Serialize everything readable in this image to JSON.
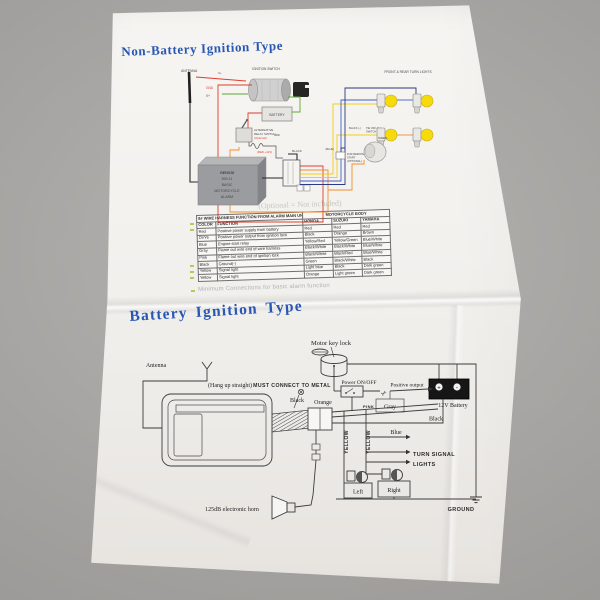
{
  "section1": {
    "title": "Non-Battery Ignition Type",
    "labels": {
      "antenna": "ANTENNA",
      "ignition_switch": "IGNITION SWITCH",
      "v_plus_top": "V+",
      "gnd": "GND",
      "v_plus": "V+",
      "battery": "BATTERY",
      "alt_relay_1": "ALTERNATIVE",
      "alt_relay_2": "RELAY SWITCH",
      "alt_relay_3": "(Optional)",
      "grd": "GRD",
      "red_note": "(RED +12V)",
      "black_pin": "BLACK",
      "front_rear_lights": "FRONT & REAR TURN LIGHTS",
      "black_tie_1": "BLACK (-)",
      "black_tie_2": "TIE OFF ALL",
      "black_tie_3": "SWITCH WIRE",
      "blue_tag": "(BLUE)",
      "remote_1": "FOR REMOTE",
      "remote_2": "START",
      "remote_3": "(OPTIONAL)",
      "siren": "SIREN",
      "watermark": "(Optional = Not included)"
    },
    "alarm_unit": [
      "GENSSI",
      "999-11",
      "BASIC",
      "MOTORCYCLE",
      "ALARM"
    ]
  },
  "wire_table": {
    "header_left": "9# WIRE HARNESS FUNCTION FROM ALARM MAIN UNIT",
    "header_right": "MOTORCYCLE BODY",
    "col_headers": [
      "COLOR",
      "FUNCTION",
      "HONDA",
      "SUZUKI",
      "YAMAHA"
    ],
    "rows": [
      [
        "Red",
        "Positive power supply from battery",
        "Red",
        "Red",
        "Red"
      ],
      [
        "Or/Ye",
        "Positive power output from ignition lock",
        "Black",
        "Orange",
        "Brown"
      ],
      [
        "Blue",
        "Engine start relay",
        "Yellow/Red",
        "Yellow/Green",
        "Blue/White"
      ],
      [
        "Gray",
        "Flame out wire end of wire harness",
        "Black/White",
        "Black/White",
        "Blue/White"
      ],
      [
        "Pink",
        "Flame out wire end of ignition lock",
        "Black/White",
        "Black/Red",
        "Blue/White"
      ],
      [
        "Black",
        "Ground(-)",
        "Green",
        "Black/White",
        "Black"
      ],
      [
        "Yellow",
        "Signal light",
        "Light blue",
        "Black",
        "Dark green"
      ],
      [
        "Yellow",
        "Signal light",
        "Orange",
        "Light green",
        "Dark green"
      ]
    ],
    "footnote": "Minimum Connections for basic alarm function"
  },
  "section2": {
    "title": "Battery Ignition Type",
    "labels": {
      "motor_key_lock": "Motor key lock",
      "antenna": "Antenna",
      "hang_up": "(Hang up straight)",
      "must_connect": "MUST CONNECT TO METAL",
      "black_ground": "Black",
      "orange": "Orange",
      "power_on_off": "Power ON/OFF",
      "positive_output": "Positive output",
      "pink": "PINK",
      "gray": "Gray",
      "battery_12v": "12V Battery",
      "battery_plus": "+",
      "battery_minus": "-",
      "black_battery": "Black",
      "yellow_left": "YELLOW",
      "yellow_right": "YELLOW",
      "blue": "Blue",
      "turn_signal_1": "TURN SIGNAL",
      "turn_signal_2": "LIGHTS",
      "left": "Left",
      "right": "Right",
      "ground": "GROUND",
      "horn": "125dB electronic horn"
    }
  },
  "icons": {
    "scissors": "✂"
  },
  "colors": {
    "title_blue": "#2857b4",
    "wire_red": "#e03222",
    "wire_orange": "#f08a22",
    "wire_yellow": "#f2ce0a",
    "wire_blue": "#3a58c8",
    "wire_navy": "#22307e",
    "wire_green": "#58a42a",
    "wire_black": "#1e1e1e",
    "bulb_yellow": "#f6d900",
    "paper": "#f4f2ef",
    "background": "#adaba8"
  }
}
